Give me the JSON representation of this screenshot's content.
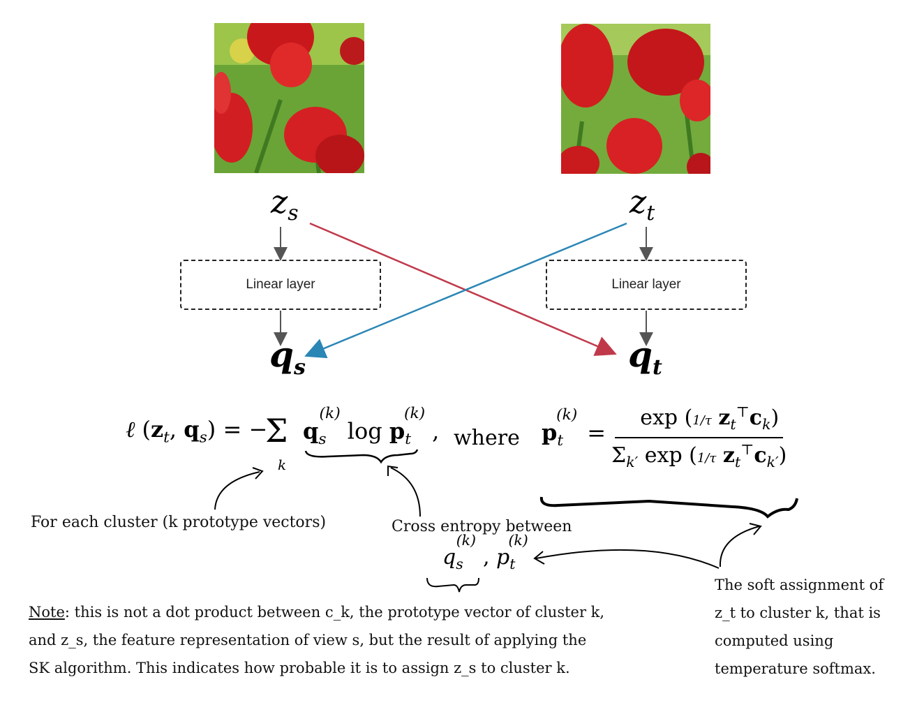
{
  "images": [
    {
      "name": "view-s",
      "subject": "red tulips crop"
    },
    {
      "name": "view-t",
      "subject": "red tulips crop"
    }
  ],
  "nodes": {
    "z_s": "z_s",
    "z_t": "z_t",
    "q_s": "q_s",
    "q_t": "q_t",
    "linear_left": "Linear layer",
    "linear_right": "Linear layer"
  },
  "colors": {
    "red_arrow": "#c0394a",
    "blue_arrow": "#2a86b5",
    "gray_arrow": "#555555"
  },
  "formula": {
    "loss": "ℓ(z_t, q_s) = − Σ_k q_s^(k) log p_t^(k),",
    "where": "where",
    "softmax": "p_t^(k) = exp((1/τ) z_t^⊤ c_k) / Σ_k' exp((1/τ) z_t^⊤ c_k')"
  },
  "annotations": {
    "cluster": "For each cluster (k prototype vectors)",
    "cross_entropy": "Cross entropy between",
    "cross_entropy_terms": "q_s^(k), p_t^(k)",
    "soft_line1": "The soft assignment of",
    "soft_line2": "z_t to cluster k, that is",
    "soft_line3": "computed using",
    "soft_line4": "temperature softmax."
  },
  "note": {
    "label": "Note",
    "line1": ": this is not a dot product between c_k, the prototype vector of cluster k,",
    "line2": "and z_s, the feature representation of view s, but the result of applying the",
    "line3": "SK algorithm. This indicates how probable it is to assign z_s to cluster k."
  }
}
